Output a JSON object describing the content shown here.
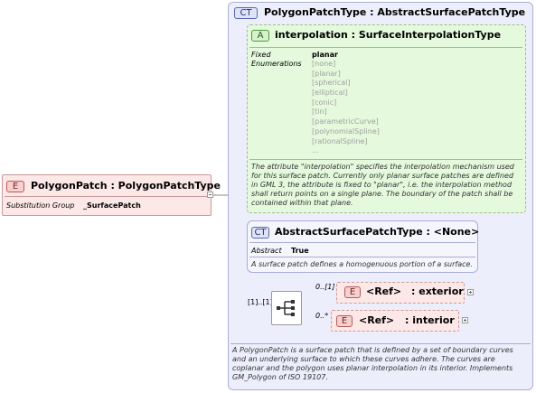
{
  "element": {
    "badge": "E",
    "title": "PolygonPatch : PolygonPatchType",
    "sub_label": "Substitution Group",
    "sub_value": "_SurfacePatch"
  },
  "complex_type": {
    "badge": "CT",
    "title": "PolygonPatchType : AbstractSurfacePatchType"
  },
  "attribute": {
    "badge": "A",
    "title": "interpolation : SurfaceInterpolationType",
    "fixed_label": "Fixed",
    "enum_label": "Enumerations",
    "fixed_value": "planar",
    "enumerations": [
      "[none]",
      "[planar]",
      "[spherical]",
      "[elliptical]",
      "[conic]",
      "[tin]",
      "[parametricCurve]",
      "[polynomialSpline]",
      "[rationalSpline]",
      "..."
    ],
    "description": "The attribute \"interpolation\" specifies the interpolation mechanism used for this surface patch. Currently only planar surface patches are defined in GML 3, the attribute is fixed to \"planar\", i.e. the interpolation method shall return points on a single plane. The boundary of the patch shall be contained within that plane."
  },
  "base_type": {
    "badge": "CT",
    "title": "AbstractSurfacePatchType : <None>",
    "abstract_label": "Abstract",
    "abstract_value": "True",
    "description": "A surface patch defines a homogenuous portion of a surface."
  },
  "sequence": {
    "multiplicity": "[1]..[1]",
    "icon": "sequence-icon"
  },
  "children": [
    {
      "badge": "E",
      "label": "<Ref>",
      "name": ": exterior",
      "multiplicity": "0..[1]"
    },
    {
      "badge": "E",
      "label": "<Ref>",
      "name": ": interior",
      "multiplicity": "0..*"
    }
  ],
  "footer": {
    "description": "A PolygonPatch is a surface patch that is defined by a set of boundary curves and an underlying surface to which these curves adhere. The curves are coplanar and the polygon uses planar interpolation in its interior. Implements GM_Polygon of ISO 19107."
  },
  "colors": {
    "element_fill": "#fde8e8",
    "ct_fill": "#eceefb",
    "attr_fill": "#e5f9dd",
    "connector": "#8a8a8a"
  }
}
